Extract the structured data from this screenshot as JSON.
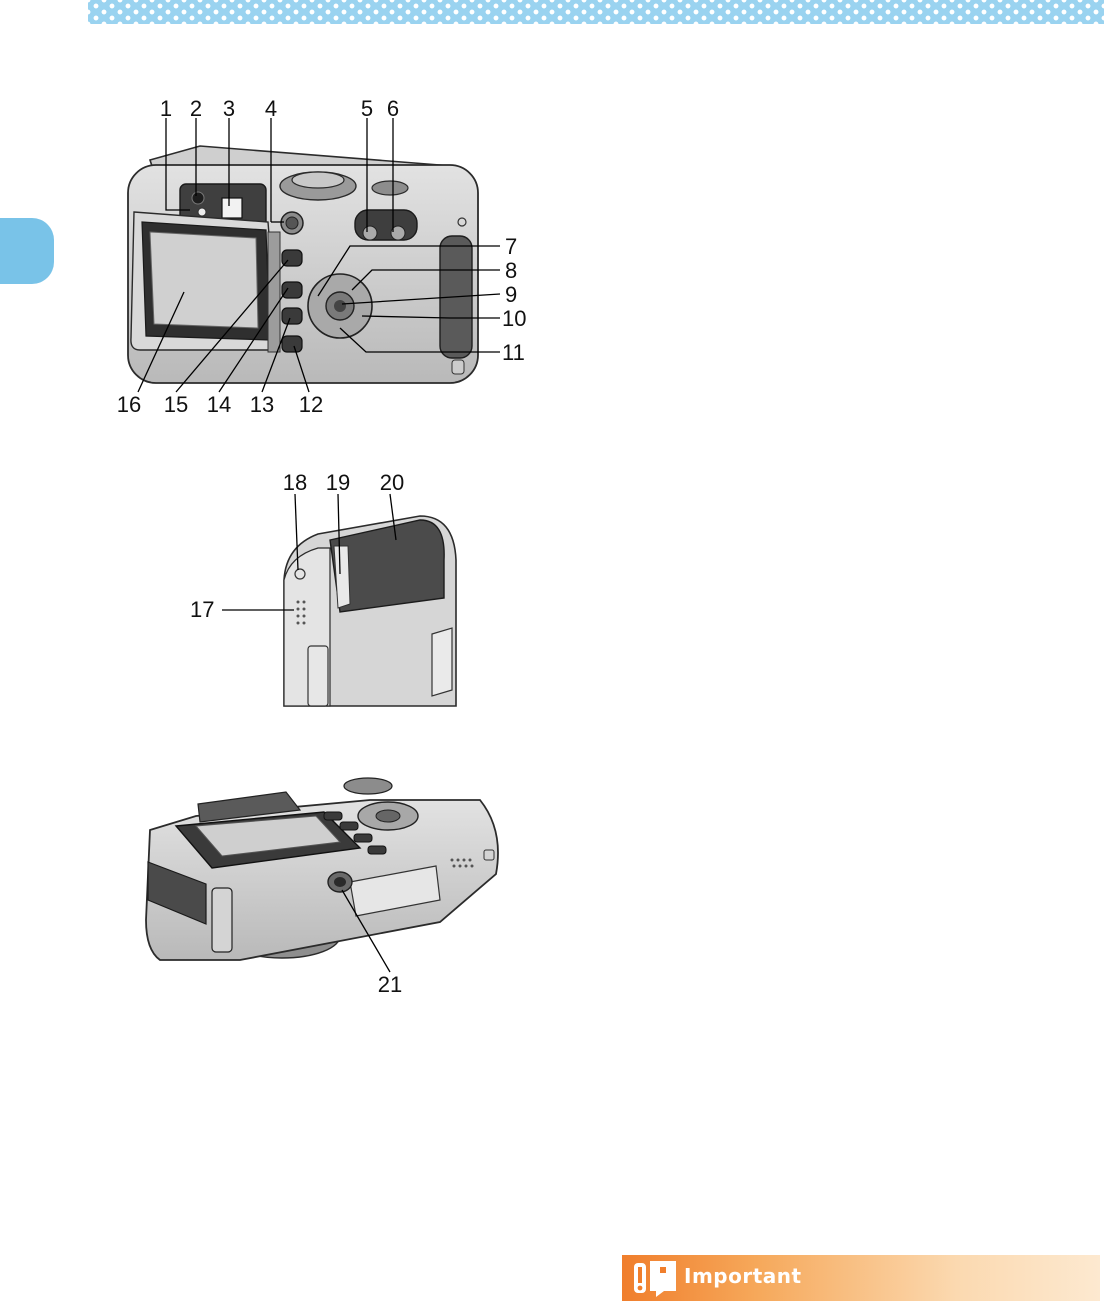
{
  "figure_back": {
    "callouts_top": [
      "1",
      "2",
      "3",
      "4",
      "5",
      "6"
    ],
    "callouts_right": [
      "7",
      "8",
      "9",
      "10",
      "11"
    ],
    "callouts_bottom": [
      "16",
      "15",
      "14",
      "13",
      "12"
    ]
  },
  "figure_side": {
    "callouts": [
      "18",
      "19",
      "20",
      "17"
    ]
  },
  "figure_bottom": {
    "callouts": [
      "21"
    ]
  },
  "important": {
    "label": "Important",
    "icon": "exclamation-note-icon"
  },
  "colors": {
    "header_band": "#9ad3f0",
    "side_tab": "#79c3e8",
    "important_accent": "#f07e2c"
  }
}
